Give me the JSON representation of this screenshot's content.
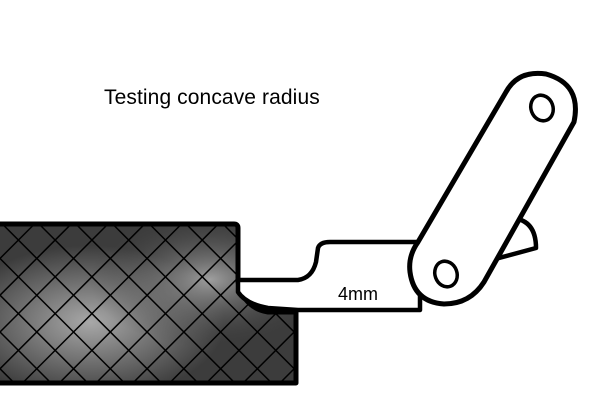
{
  "caption": "Testing concave radius",
  "gauge": {
    "size_label": "4mm"
  },
  "colors": {
    "outline": "#000000",
    "background": "#ffffff",
    "file_dark": "#3a3a3a",
    "file_light": "#9a9a9a"
  },
  "icons": {
    "file": "knurled-file-body",
    "gauge": "radius-gauge-blade",
    "pivot": "pivot-hole"
  }
}
